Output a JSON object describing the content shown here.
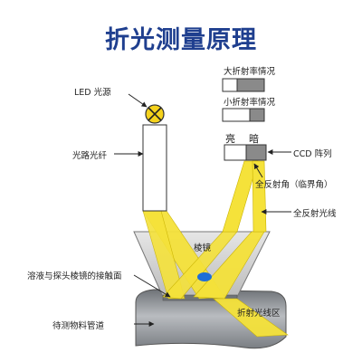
{
  "title": "折光测量原理",
  "labels": {
    "led": "LED 光源",
    "fiber": "光路光纤",
    "prism": "棱镜",
    "interface": "溶液与探头棱镜的接触面",
    "pipe": "待测物料管道",
    "refraction_zone": "折射光线区",
    "total_reflect_ray": "全反射光线",
    "critical_angle": "全反射角（临界角）",
    "ccd": "CCD 阵列",
    "bright": "亮",
    "dark": "暗",
    "large_index": "大折射率情况",
    "small_index": "小折射率情况"
  },
  "colors": {
    "title": "#1f3f8f",
    "beam": "#f5e23a",
    "beam_edge": "#c9b200",
    "prism": "#d4d4d4",
    "pipe": "#9a9ea3",
    "dark_cell": "#8a8a8a",
    "drop": "#1e6ed8"
  }
}
